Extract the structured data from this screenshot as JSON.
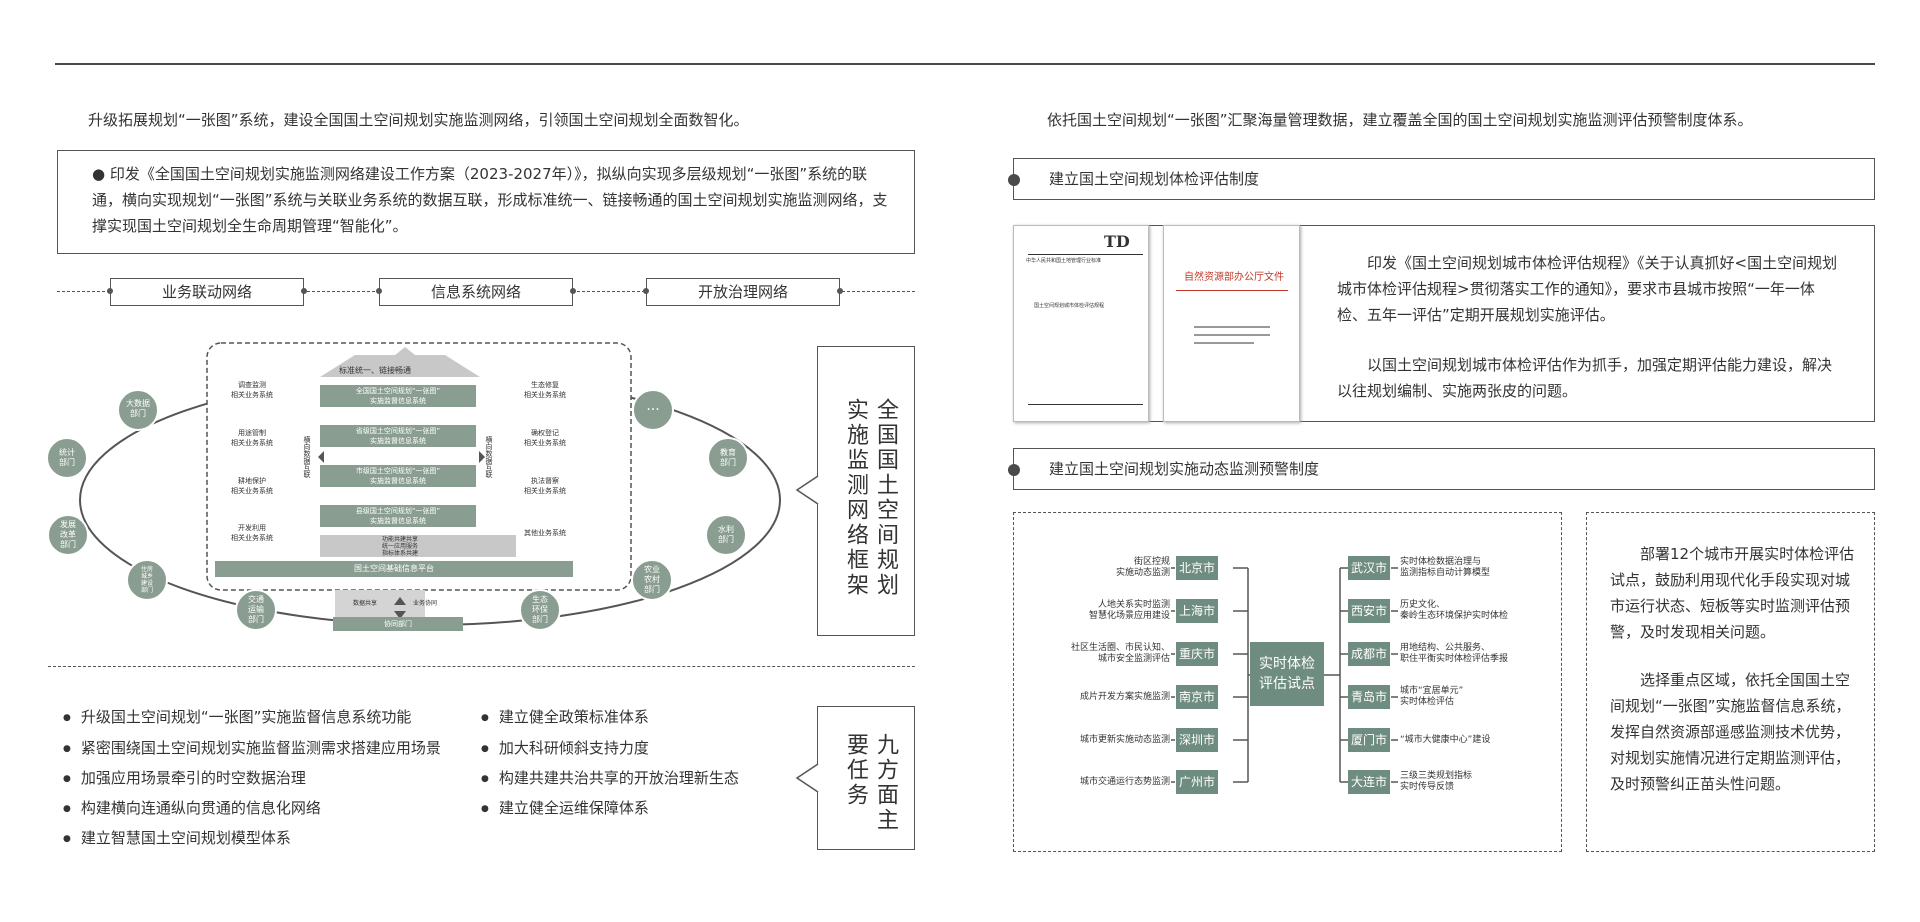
{
  "left": {
    "intro": "升级拓展规划“一张图”系统，建设全国国土空间规划实施监测网络，引领国土空间规划全面数智化。",
    "box_text": "● 印发《全国国土空间规划实施监测网络建设工作方案（2023-2027年）》，拟纵向实现多层级规划“一张图”系统的联通，横向实现规划“一张图”系统与关联业务系统的数据互联，形成标准统一、链接畅通的国土空间规划实施监测网络，支撑实现国土空间规划全生命周期管理“智能化”。",
    "networks": [
      "业务联动网络",
      "信息系统网络",
      "开放治理网络"
    ],
    "framework_title": "全国国土空间规划实施监测网络框架",
    "diagram": {
      "arrow_top": "标准统一、链接畅通",
      "tiers": [
        "全国国土空间规划“一张图”\n实施监督信息系统",
        "省级国土空间规划“一张图”\n实施监督信息系统",
        "市级国土空间规划“一张图”\n实施监督信息系统",
        "县级国土空间规划“一张图”\n实施监督信息系统"
      ],
      "vertical_left": "横向数据互联",
      "vertical_right": "横向数据互联",
      "gray_small": "功能共建共享\n统一应用服务\n指标体系共建",
      "platform": "国土空间基础信息平台",
      "bottom_left_small": "数据共享",
      "bottom_right_small": "业务协同",
      "bottom_dept": "协同部门",
      "left_labels": [
        "调查监测\n相关业务系统",
        "用途管制\n相关业务系统",
        "耕地保护\n相关业务系统",
        "开发利用\n相关业务系统"
      ],
      "right_labels": [
        "生态修复\n相关业务系统",
        "确权登记\n相关业务系统",
        "执法督察\n相关业务系统",
        "其他业务系统"
      ],
      "depts": [
        "大数据\n部门",
        "统计\n部门",
        "发展\n改革\n部门",
        "住房\n城乡\n建设\n部门",
        "交通\n运输\n部门",
        "生态\n环保\n部门",
        "农业\n农村\n部门",
        "水利\n部门",
        "教育\n部门",
        "···"
      ]
    },
    "tasks_title": "九方面主要任务",
    "tasks_left": [
      "升级国土空间规划“一张图”实施监督信息系统功能",
      "紧密围绕国土空间规划实施监督监测需求搭建应用场景",
      "加强应用场景牵引的时空数据治理",
      "构建横向连通纵向贯通的信息化网络",
      "建立智慧国土空间规划模型体系"
    ],
    "tasks_right": [
      "建立健全政策标准体系",
      "加大科研倾斜支持力度",
      "构建共建共治共享的开放治理新生态",
      "建立健全运维保障体系"
    ]
  },
  "right": {
    "intro": "依托国土空间规划“一张图”汇聚海量管理数据，建立覆盖全国的国土空间规划实施监测评估预警制度体系。",
    "section1_title": "建立国土空间规划体检评估制度",
    "doc1": {
      "logo": "TD",
      "header": "中华人民共和国土地管理行业标准",
      "title": "国土空间规划城市体检评估规程"
    },
    "doc2": {
      "header": "自然资源部办公厅文件"
    },
    "section1_paragraphs": [
      "印发《国土空间规划城市体检评估规程》《关于认真抓好<国土空间规划城市体检评估规程>贯彻落实工作的通知》，要求市县城市按照“一年一体检、五年一评估”定期开展规划实施评估。",
      "以国土空间规划城市体检评估作为抓手，加强定期评估能力建设，解决以往规划编制、实施两张皮的问题。"
    ],
    "section2_title": "建立国土空间规划实施动态监测预警制度",
    "center": "实时体检\n评估试点",
    "left_cities": [
      {
        "label": "街区控规\n实施动态监测",
        "city": "北京市"
      },
      {
        "label": "人地关系实时监测\n智慧化场景应用建设",
        "city": "上海市"
      },
      {
        "label": "社区生活圈、市民认知、\n城市安全监测评估",
        "city": "重庆市"
      },
      {
        "label": "成片开发方案实施监测",
        "city": "南京市"
      },
      {
        "label": "城市更新实施动态监测",
        "city": "深圳市"
      },
      {
        "label": "城市交通运行态势监测",
        "city": "广州市"
      }
    ],
    "right_cities": [
      {
        "city": "武汉市",
        "label": "实时体检数据治理与\n监测指标自动计算模型"
      },
      {
        "city": "西安市",
        "label": "历史文化、\n秦岭生态环境保护实时体检"
      },
      {
        "city": "成都市",
        "label": "用地结构、公共服务、\n职住平衡实时体检评估季报"
      },
      {
        "city": "青岛市",
        "label": "城市“宜居单元”\n实时体检评估"
      },
      {
        "city": "厦门市",
        "label": "“城市大健康中心”建设"
      },
      {
        "city": "大连市",
        "label": "三级三类规划指标\n实时传导反馈"
      }
    ],
    "section2_paragraphs": [
      "部署12个城市开展实时体检评估试点，鼓励利用现代化手段实现对城市运行状态、短板等实时监测评估预警，及时发现相关问题。",
      "选择重点区域，依托全国国土空间规划“一张图”实施监督信息系统，发挥自然资源部遥感监测技术优势，对规划实施情况进行定期监测评估，及时预警纠正苗头性问题。"
    ]
  }
}
